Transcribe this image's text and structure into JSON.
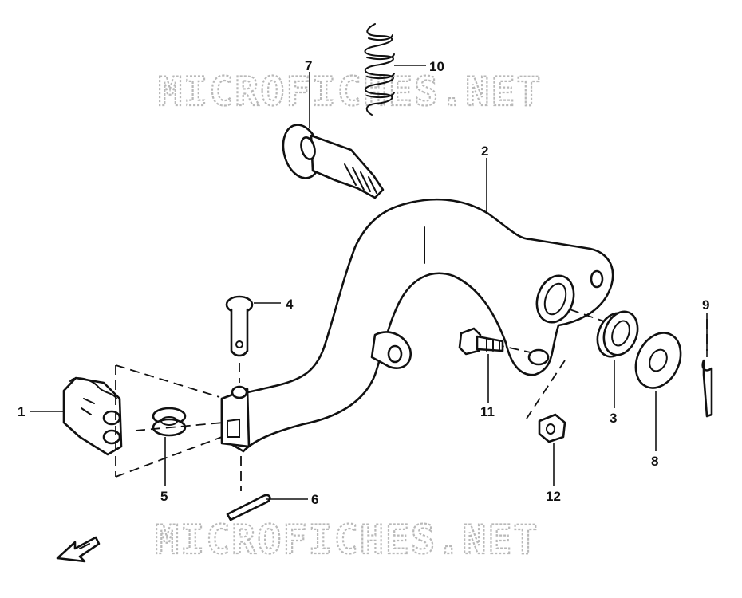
{
  "watermark": {
    "top": "MICROFICHES.NET",
    "bottom": "MICROFICHES.NET"
  },
  "callouts": [
    {
      "id": "1",
      "label": "1"
    },
    {
      "id": "2",
      "label": "2"
    },
    {
      "id": "3",
      "label": "3"
    },
    {
      "id": "4",
      "label": "4"
    },
    {
      "id": "5",
      "label": "5"
    },
    {
      "id": "6",
      "label": "6"
    },
    {
      "id": "7",
      "label": "7"
    },
    {
      "id": "8",
      "label": "8"
    },
    {
      "id": "9",
      "label": "9"
    },
    {
      "id": "10",
      "label": "10"
    },
    {
      "id": "11",
      "label": "11"
    },
    {
      "id": "12",
      "label": "12"
    }
  ],
  "direction_icon": "forward-arrow-icon",
  "colors": {
    "ink": "#111111",
    "watermark": "#b9b9b9",
    "background": "#ffffff"
  }
}
